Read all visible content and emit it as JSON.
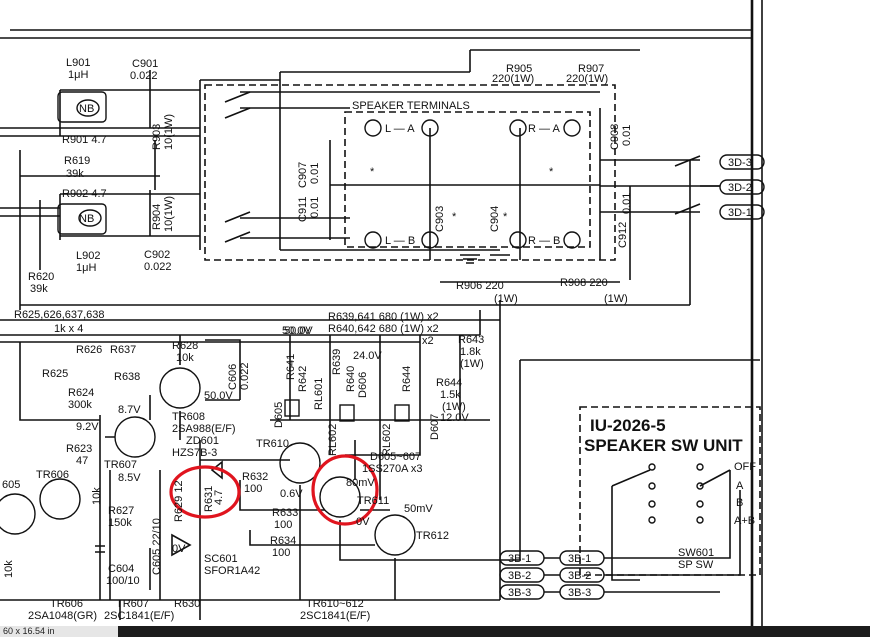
{
  "labels": {
    "l901": "L901",
    "l901v": "1μH",
    "c901": "C901",
    "c901v": "0.022",
    "nb": "NB",
    "r903": "R903",
    "r903v": "10(1W)",
    "r901": "R901 4.7",
    "r619": "R619",
    "r619v": "39k",
    "r902": "R902 4.7",
    "r904": "R904",
    "r904v": "10(1W)",
    "r620": "R620",
    "r620v": "39k",
    "l902": "L902",
    "l902v": "1μH",
    "c902": "C902",
    "c902v": "0.022",
    "r905": "R905",
    "r905v": "220(1W)",
    "r907": "R907",
    "r907v": "220(1W)",
    "speaker_terminals": "SPEAKER TERMINALS",
    "la": "L — A",
    "ra": "R — A",
    "lb": "L — B",
    "rb": "R — B",
    "c907": "C907",
    "c907v": "0.01",
    "c911": "C911",
    "c911v": "0.01",
    "c903": "C903",
    "c904": "C904",
    "c908": "C908",
    "c908v": "0.01",
    "c912": "C912",
    "c912v": "0.01",
    "ast": "*",
    "r906": "R906  220",
    "r906w": "(1W)",
    "r908": "R908  220",
    "r908w": "(1W)",
    "t3d3": "3D-3",
    "t3d2": "3D-2",
    "t3d1": "3D-1",
    "r625list": "R625,626,637,638",
    "x4": "1k x 4",
    "r626": "R626",
    "r637": "R637",
    "r625": "R625",
    "r628": "R628",
    "r628v": "10k",
    "c606": "C606",
    "c606v": "0.022",
    "v50a": "50.0V",
    "v50b": "50.0V",
    "r624": "R624",
    "r624v": "300k",
    "r638": "R638",
    "v87": "8.7V",
    "tr608": "TR608",
    "tr608p": "2SA988(E/F)",
    "zd601": "ZD601",
    "zd601p": "HZS7B-3",
    "v92": "9.2V",
    "r623": "R623",
    "r623v": "47",
    "tr606": "TR606",
    "tr607": "TR607",
    "v85": "8.5V",
    "t605": "605",
    "r627": "R627",
    "r627v": "150k",
    "r629": "R629  12",
    "r631": "R631",
    "r631v": "4.7",
    "r632": "R632",
    "r632v": "100",
    "v06": "0.6V",
    "r633": "R633",
    "r633v": "100",
    "r634": "R634",
    "r634v": "100",
    "c605": "C605 22/10",
    "v0": "0V",
    "sc601": "SC601",
    "sc601p": "SFOR1A42",
    "c604": "C604",
    "c604v": "100/10",
    "tr606b": "TR606",
    "tr606p": "2SA1048(GR)",
    "tr607b": "TR607",
    "tr607p": "2SC1841(E/F)",
    "r630": "R630",
    "tr610612": "TR610~612",
    "tr610612p": "2SC1841(E/F)",
    "r639": "R639,641  680 (1W) x2",
    "r640": "R640,642  680 (1W) x2",
    "r643": "R643",
    "r643v": "1.8k",
    "r643w": "(1W)",
    "x2": "x2",
    "r644": "R644",
    "r644v": "1.5k",
    "r644w": "(1W)",
    "v12": "12.0V",
    "v50c": "50.0V",
    "v24": "24.0V",
    "r641": "R641",
    "r642": "R642",
    "rl601": "RL601",
    "r639b": "R639",
    "r640b": "R640",
    "d606": "D606",
    "rl602": "RL602",
    "rl602b": "RL602",
    "r644b": "R644",
    "d607": "D607",
    "d605": "D605",
    "d605607": "D605~607",
    "iss": "1SS270A x3",
    "tr610": "TR610",
    "v80m": "80mV",
    "tr611": "TR611",
    "v50m": "50mV",
    "tr612": "TR612",
    "v0b": "0V",
    "unit1": "IU-2026-5",
    "unit2": "SPEAKER SW UNIT",
    "off": "OFF",
    "pa": "A",
    "pb": "B",
    "pab": "A+B",
    "sw601": "SW601",
    "sw601p": "SP SW",
    "t3b1": "3B-1",
    "t3b2": "3B-2",
    "t3b3": "3B-3",
    "t3b1b": "3B-1",
    "t3b2b": "3B-2",
    "t3b3b": "3B-3",
    "k10": "10k",
    "k10b": "10k"
  },
  "footer": {
    "page_size": "60 x 16.54 in"
  },
  "colors": {
    "ink": "#111111",
    "highlight": "#e0141e"
  }
}
